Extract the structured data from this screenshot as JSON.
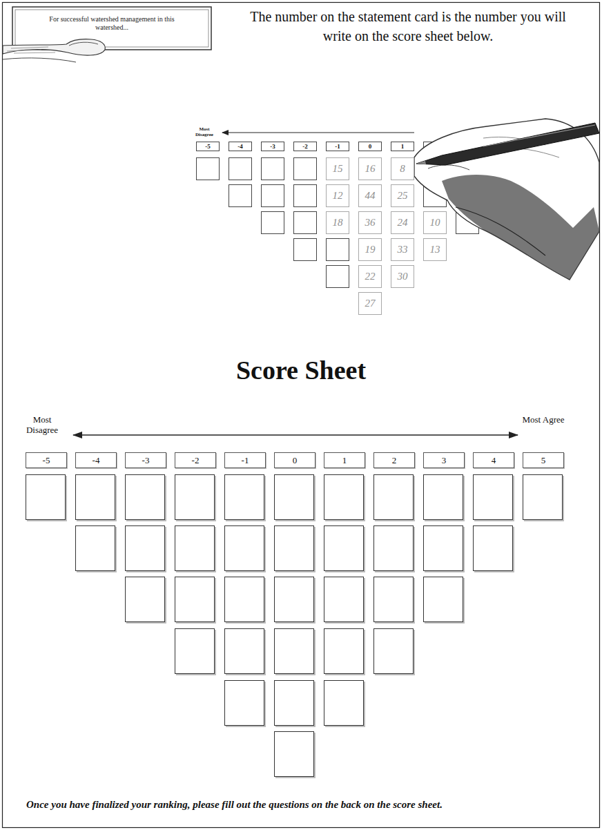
{
  "diagram": {
    "title": "Score Sheet",
    "nodes": [
      {
        "text": [
          "For successful watershed management in this watershed..."
        ]
      },
      {
        "text": [
          "-5"
        ]
      },
      {
        "text": [
          "-4"
        ]
      },
      {
        "text": [
          "-3"
        ]
      },
      {
        "text": [
          "-2"
        ]
      },
      {
        "text": [
          "-1"
        ]
      },
      {
        "text": [
          "0"
        ]
      },
      {
        "text": [
          "1"
        ]
      },
      {
        "text": [
          "15"
        ]
      },
      {
        "text": [
          "16"
        ]
      },
      {
        "text": [
          "8"
        ]
      },
      {
        "text": [
          "12"
        ]
      },
      {
        "text": [
          "44"
        ]
      },
      {
        "text": [
          "25"
        ]
      },
      {
        "text": [
          "18"
        ]
      },
      {
        "text": [
          "36"
        ]
      },
      {
        "text": [
          "24"
        ]
      },
      {
        "text": [
          "10"
        ]
      },
      {
        "text": [
          "19"
        ]
      },
      {
        "text": [
          "33"
        ]
      },
      {
        "text": [
          "13"
        ]
      },
      {
        "text": [
          "22"
        ]
      },
      {
        "text": [
          "30"
        ]
      },
      {
        "text": [
          "27"
        ]
      },
      {
        "text": [
          "-5"
        ]
      },
      {
        "text": [
          "-4"
        ]
      },
      {
        "text": [
          "-3"
        ]
      },
      {
        "text": [
          "-2"
        ]
      },
      {
        "text": [
          "-1"
        ]
      },
      {
        "text": [
          "0"
        ]
      },
      {
        "text": [
          "1"
        ]
      },
      {
        "text": [
          "2"
        ]
      },
      {
        "text": [
          "3"
        ]
      },
      {
        "text": [
          "4"
        ]
      },
      {
        "text": [
          "5"
        ]
      }
    ],
    "labels": [
      "The number on the statement card is the number you will write on the score sheet below.",
      "Most Disagree",
      "Most Disagree",
      "Most Agree",
      "Once you have finalized your ranking, please fill out the questions on the back on the score sheet."
    ]
  }
}
